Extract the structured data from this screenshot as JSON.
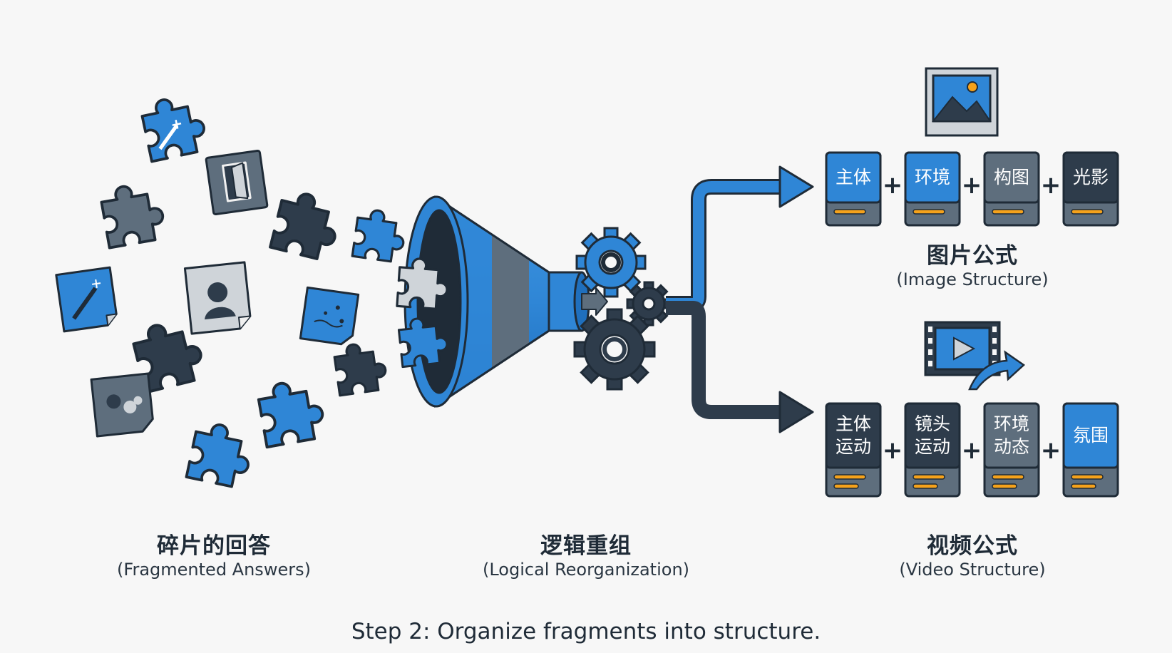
{
  "labels": {
    "fragmented_zh": "碎片的回答",
    "fragmented_en": "(Fragmented Answers)",
    "logical_zh": "逻辑重组",
    "logical_en": "(Logical Reorganization)",
    "image_zh": "图片公式",
    "image_en": "(Image Structure)",
    "video_zh": "视频公式",
    "video_en": "(Video Structure)"
  },
  "image_formula": [
    "主体",
    "环境",
    "构图",
    "光影"
  ],
  "video_formula": [
    "主体\n运动",
    "镜头\n运动",
    "环境\n动态",
    "氛围"
  ],
  "operator": "+",
  "caption": "Step 2: Organize fragments into structure.",
  "colors": {
    "blue": "#2f86d6",
    "dark": "#2e3c4b",
    "gray": "#5e6e7d",
    "light": "#cfd4d9",
    "accent": "#f5a21b"
  }
}
